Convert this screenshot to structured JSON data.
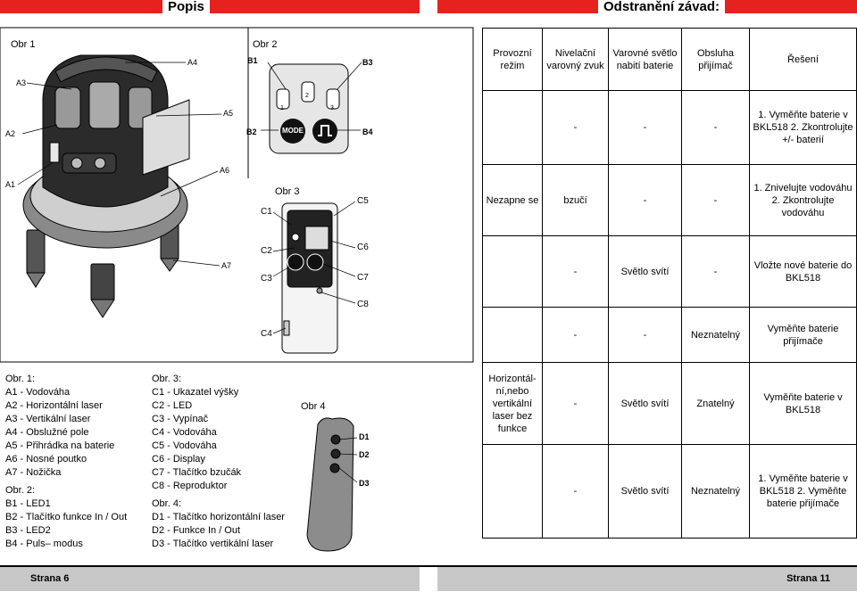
{
  "header": {
    "left_title": "Popis",
    "right_title": "Odstranění závad:"
  },
  "figures": {
    "obr1": {
      "title": "Obr 1",
      "labels": [
        "A4",
        "A3",
        "A5",
        "A2",
        "A6",
        "A1",
        "A7"
      ]
    },
    "obr2": {
      "title": "Obr 2",
      "labels": [
        "B1",
        "B3",
        "B2",
        "B4"
      ],
      "button_labels": [
        "1",
        "2",
        "3"
      ],
      "mode_label": "MODE"
    },
    "obr3": {
      "title": "Obr 3",
      "labels": [
        "C1",
        "C5",
        "C2",
        "C6",
        "C3",
        "C7",
        "C8",
        "C4"
      ]
    },
    "obr4": {
      "title": "Obr 4",
      "labels": [
        "D1",
        "D2",
        "D3"
      ]
    }
  },
  "legend": {
    "obr1": {
      "heading": "Obr. 1:",
      "items": [
        "A1 - Vodováha",
        "A2 - Horizontální laser",
        "A3 - Vertikální laser",
        "A4 - Obslužné pole",
        "A5 - Přihrádka na baterie",
        "A6 - Nosné poutko",
        "A7 - Nožička"
      ]
    },
    "obr2": {
      "heading": "Obr. 2:",
      "items": [
        "B1 - LED1",
        "B2 - Tlačítko funkce In / Out",
        "B3 - LED2",
        "B4 - Puls– modus"
      ]
    },
    "obr3": {
      "heading": "Obr. 3:",
      "items": [
        "C1 - Ukazatel výšky",
        "C2 - LED",
        "C3 - Vypínač",
        "C4 - Vodováha",
        "C5 - Vodováha",
        "C6 - Display",
        "C7 - Tlačítko bzučák",
        "C8 - Reproduktor"
      ]
    },
    "obr4": {
      "heading": "Obr. 4:",
      "items": [
        "D1 - Tlačítko horizontální laser",
        "D2 - Funkce In / Out",
        "D3 - Tlačítko vertikální laser"
      ]
    }
  },
  "table": {
    "headers": [
      "Provozní režim",
      "Nivelační varovný zvuk",
      "Varovné světlo nabití baterie",
      "Obsluha přijímač",
      "Řešení"
    ],
    "rows": [
      [
        "",
        "-",
        "-",
        "-",
        "1. Vyměňte baterie v BKL518 2. Zkontrolujte +/- baterií"
      ],
      [
        "Nezapne se",
        "bzučí",
        "-",
        "-",
        "1. Znivelujte vodováhu 2. Zkontrolujte vodováhu"
      ],
      [
        "",
        "-",
        "Světlo svítí",
        "-",
        "Vložte nové baterie do BKL518"
      ],
      [
        "",
        "-",
        "-",
        "Neznatelný",
        "Vyměňte baterie přijímače"
      ],
      [
        "Horizontál-ní,nebo vertikální laser bez funkce",
        "-",
        "Světlo svítí",
        "Znatelný",
        "Vyměňte baterie v BKL518"
      ],
      [
        "",
        "-",
        "Světlo svítí",
        "Neznatelný",
        "1. Vyměňte baterie v BKL518 2. Vyměňte baterie přijímače"
      ]
    ]
  },
  "footer": {
    "left": "Strana 6",
    "right": "Strana 11"
  },
  "colors": {
    "accent": "#e5221d",
    "footer_bg": "#c8c8c8"
  }
}
